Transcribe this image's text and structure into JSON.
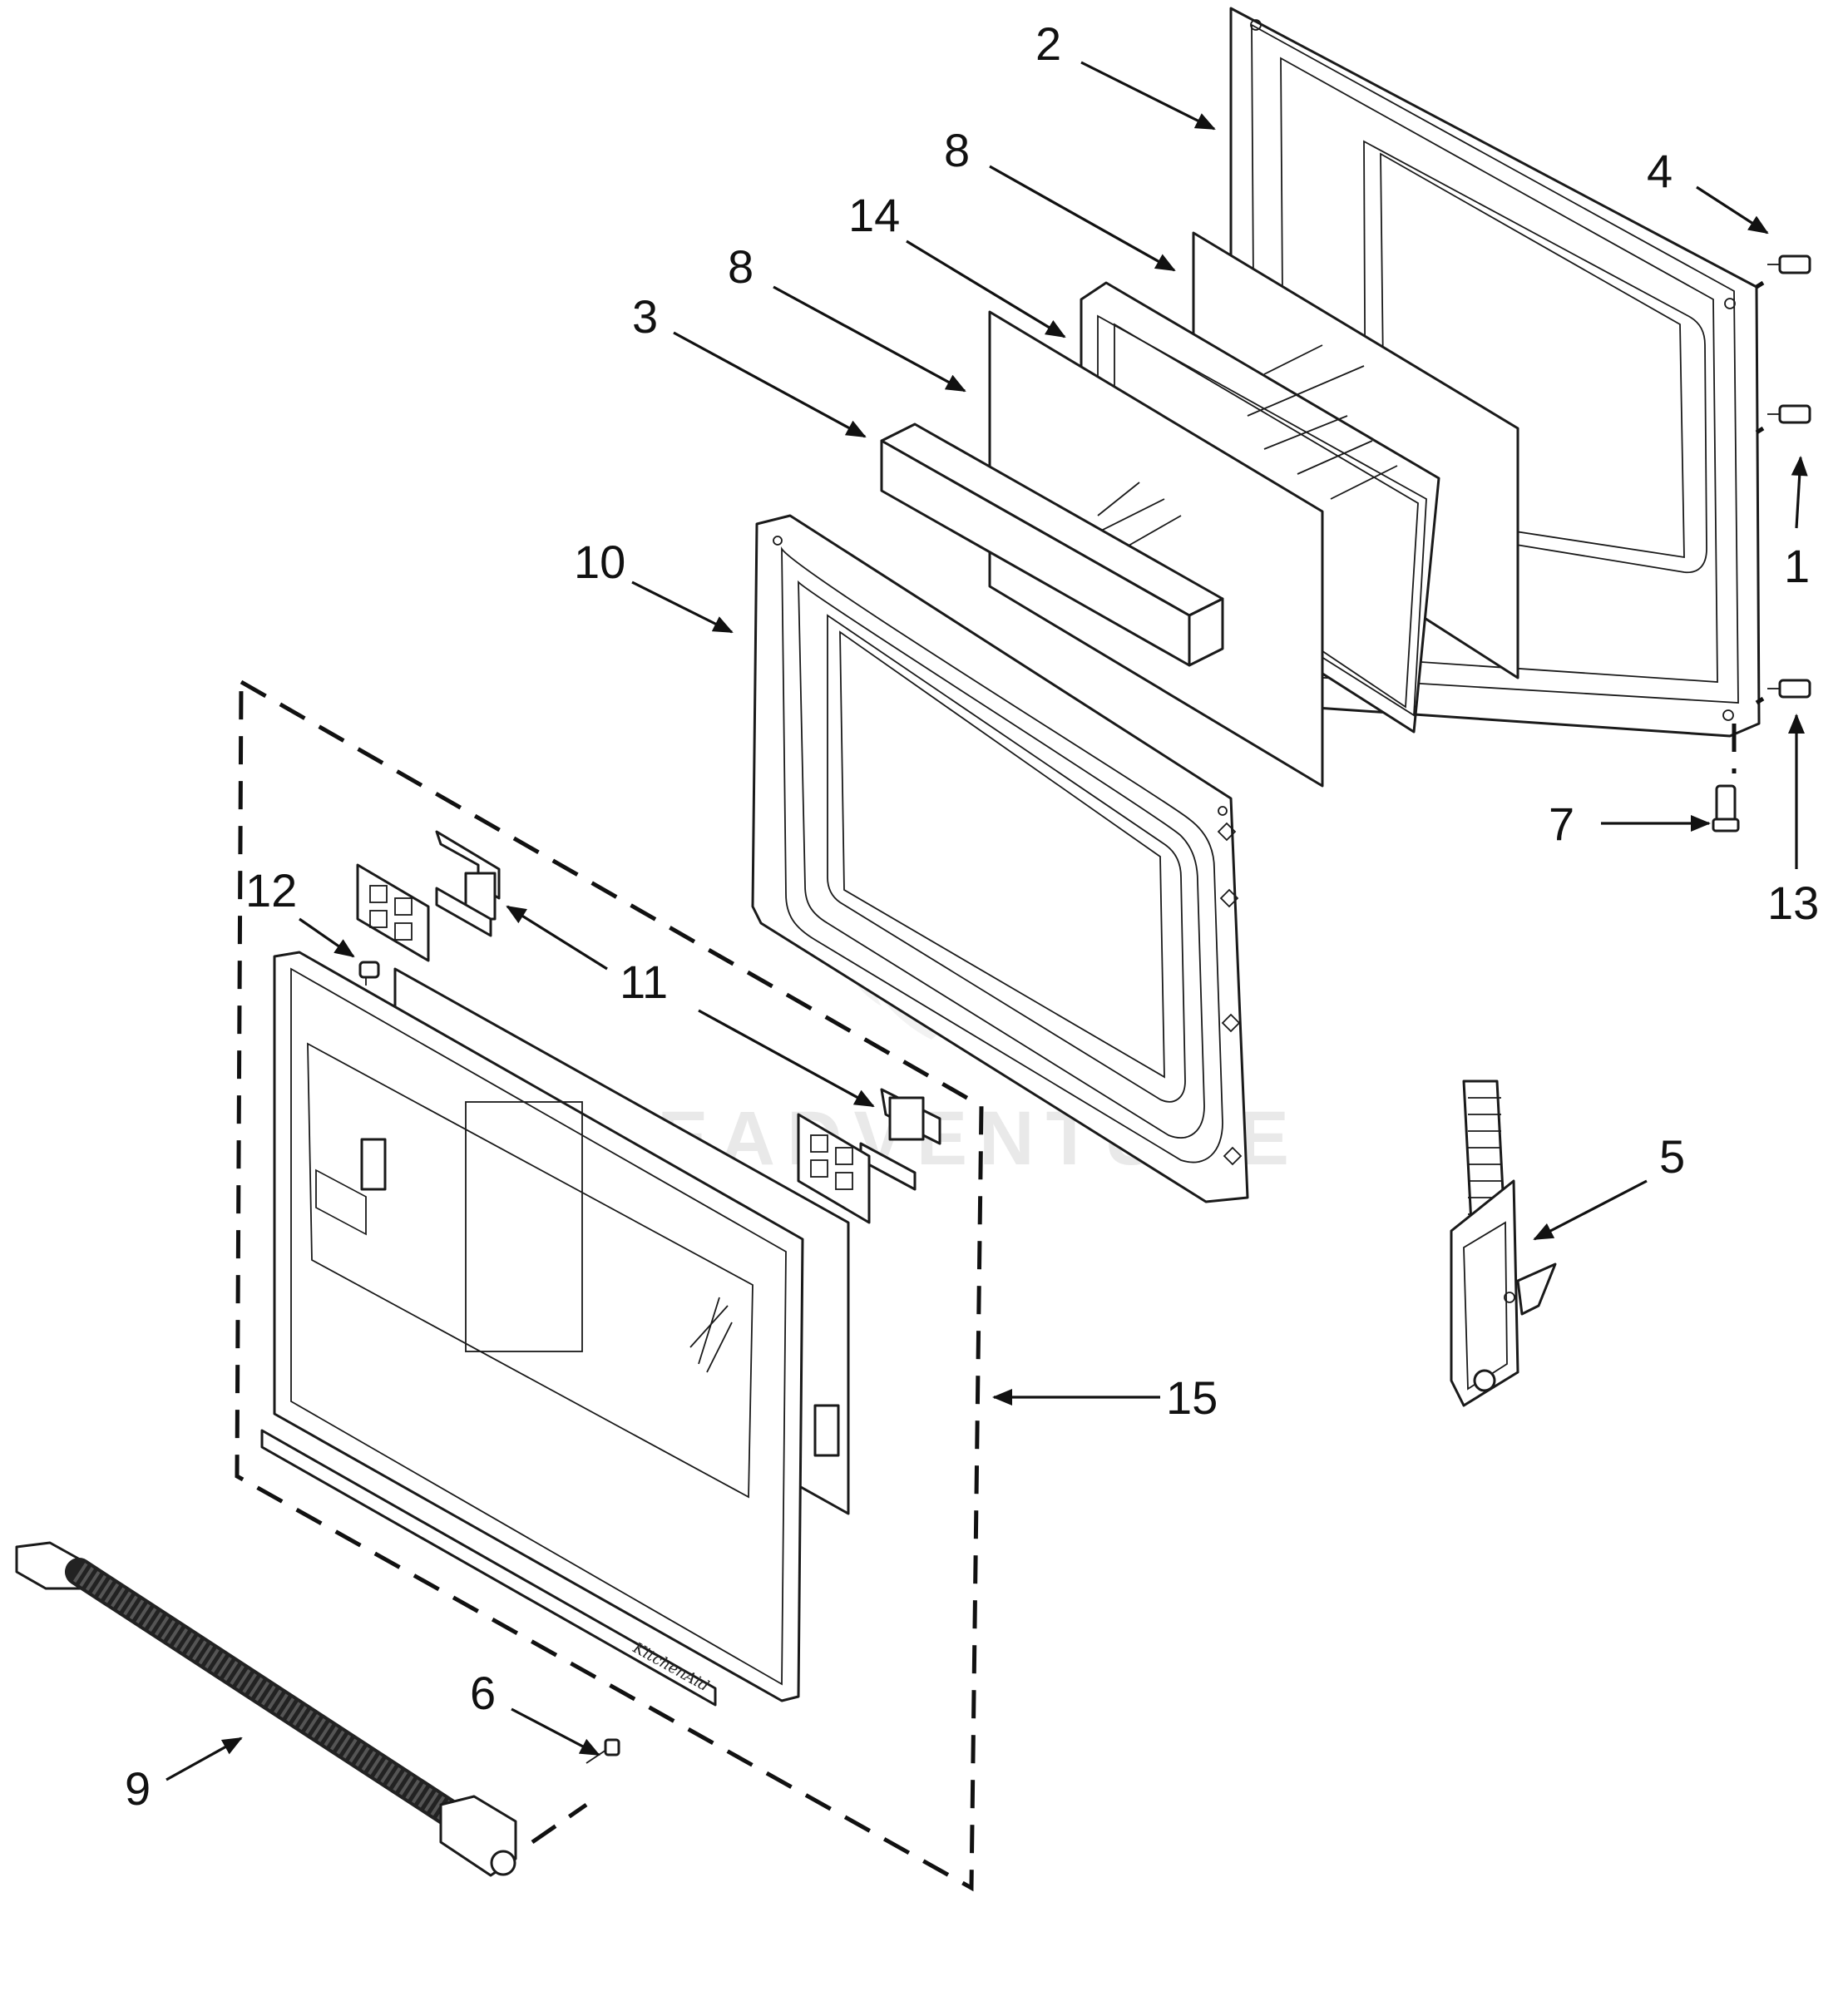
{
  "callouts": {
    "c1": "1",
    "c2": "2",
    "c3": "3",
    "c4": "4",
    "c5": "5",
    "c6": "6",
    "c7": "7",
    "c8a": "8",
    "c8b": "8",
    "c9": "9",
    "c10": "10",
    "c11": "11",
    "c12": "12",
    "c13": "13",
    "c14": "14",
    "c15": "15"
  },
  "watermark": "LEADVENTURE",
  "brand_plate": "KitchenAid"
}
